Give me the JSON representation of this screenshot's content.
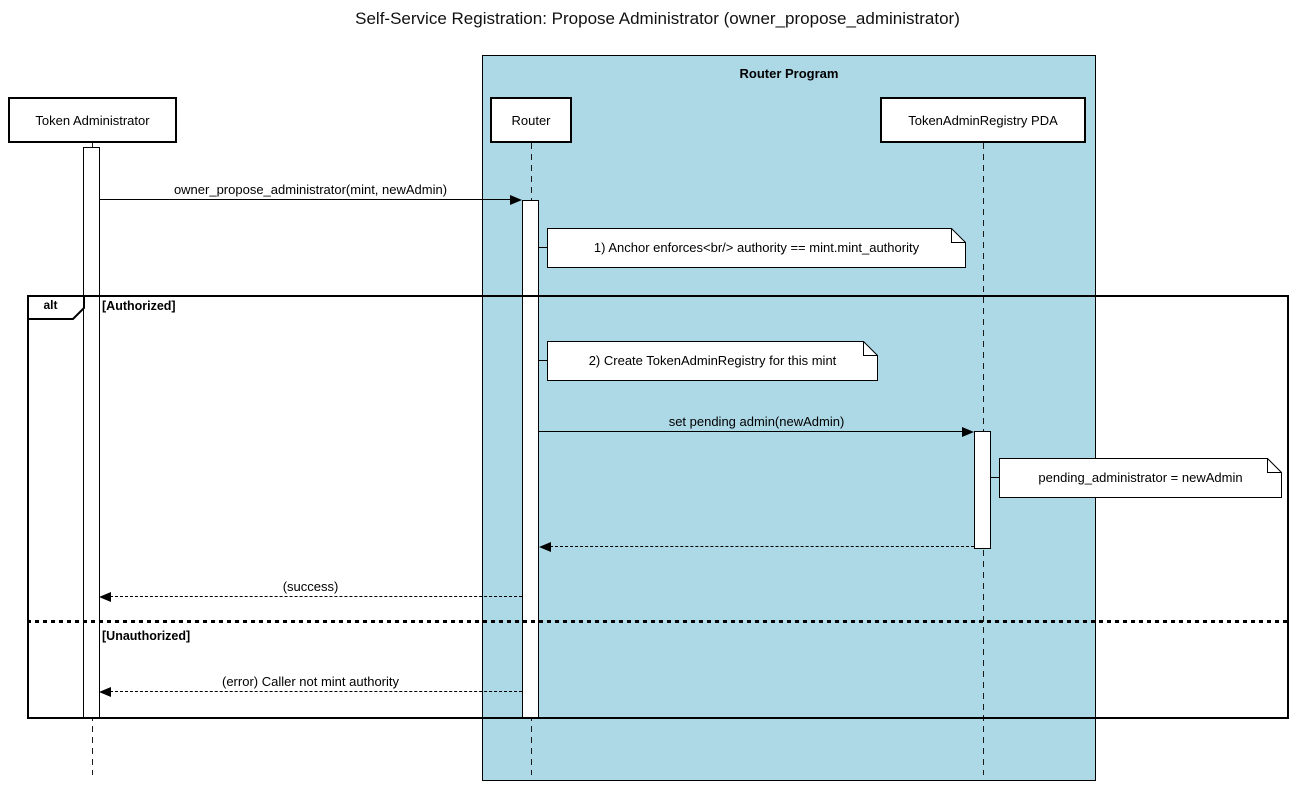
{
  "title": "Self-Service Registration: Propose Administrator (owner_propose_administrator)",
  "group": {
    "label": "Router Program"
  },
  "participants": [
    {
      "id": "token-administrator",
      "label": "Token Administrator"
    },
    {
      "id": "router",
      "label": "Router"
    },
    {
      "id": "token-admin-registry-pda",
      "label": "TokenAdminRegistry PDA"
    }
  ],
  "messages": [
    {
      "label": "owner_propose_administrator(mint, newAdmin)",
      "from": "token-administrator",
      "to": "router",
      "style": "solid"
    },
    {
      "label": "set pending admin(newAdmin)",
      "from": "router",
      "to": "token-admin-registry-pda",
      "style": "solid"
    },
    {
      "label": "",
      "from": "token-admin-registry-pda",
      "to": "router",
      "style": "dashed"
    },
    {
      "label": "(success)",
      "from": "router",
      "to": "token-administrator",
      "style": "dashed"
    },
    {
      "label": "(error) Caller not mint authority",
      "from": "router",
      "to": "token-administrator",
      "style": "dashed"
    }
  ],
  "notes": [
    {
      "text": "1) Anchor enforces<br/> authority == mint.mint_authority"
    },
    {
      "text": "2) Create TokenAdminRegistry for this mint"
    },
    {
      "text": "pending_administrator = newAdmin"
    }
  ],
  "alt": {
    "operator": "alt",
    "guards": [
      "[Authorized]",
      "[Unauthorized]"
    ]
  },
  "colors": {
    "group_fill": "#ADD8E6",
    "line": "#000000",
    "note_fill": "#FFFFFF",
    "background": "#FFFFFF"
  }
}
